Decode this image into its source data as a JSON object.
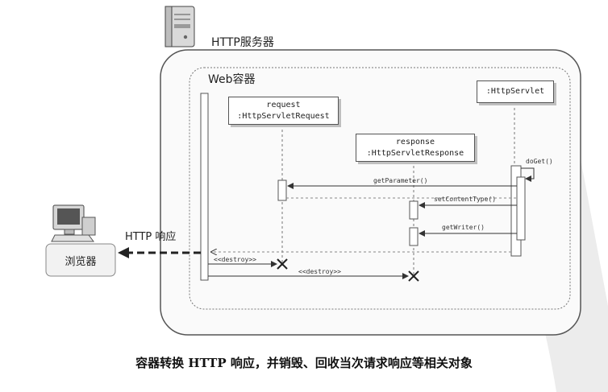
{
  "server": {
    "label": "HTTP服务器",
    "icon": "server-icon"
  },
  "container": {
    "label": "Web容器"
  },
  "browser": {
    "label": "浏览器",
    "icon": "computer-icon"
  },
  "http_response_label": "HTTP 响应",
  "objects": {
    "request": [
      "request",
      ":HttpServletRequest"
    ],
    "response": [
      "response",
      ":HttpServletResponse"
    ],
    "servlet": ":HttpServlet"
  },
  "messages": {
    "doget": "doGet()",
    "getparameter": "getParameter()",
    "setcontenttype": "setContentType()",
    "getwriter": "getWriter()",
    "destroy_request": "<<destroy>>",
    "destroy_response": "<<destroy>>"
  },
  "caption": "容器转换 HTTP 响应，并销毁、回收当次请求响应等相关对象",
  "colors": {
    "arrow_dark": "#333333",
    "line_gray": "#888888",
    "watermark": "#e6e6e6"
  }
}
